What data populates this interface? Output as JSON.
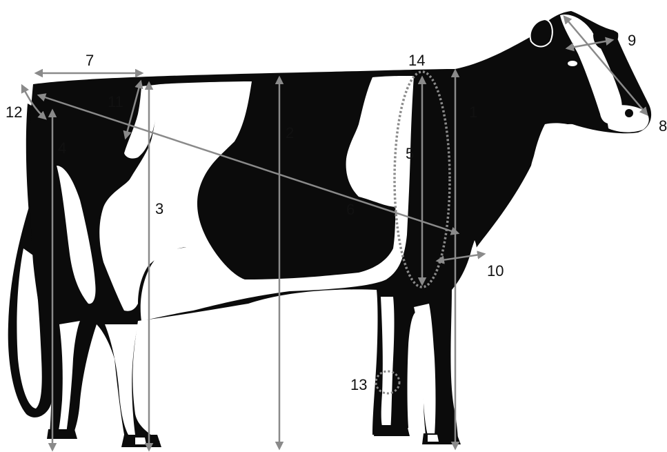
{
  "colors": {
    "cow_black": "#0b0b0b",
    "cow_white": "#ffffff",
    "arrow": "#8a8a8a",
    "label": "#111111"
  },
  "labels": {
    "m1": "1",
    "m2": "2",
    "m3": "3",
    "m4": "4",
    "m5": "5",
    "m6": "6",
    "m7": "7",
    "m8": "8",
    "m9": "9",
    "m10": "10",
    "m11": "11",
    "m12": "12",
    "m13": "13",
    "m14": "14"
  }
}
